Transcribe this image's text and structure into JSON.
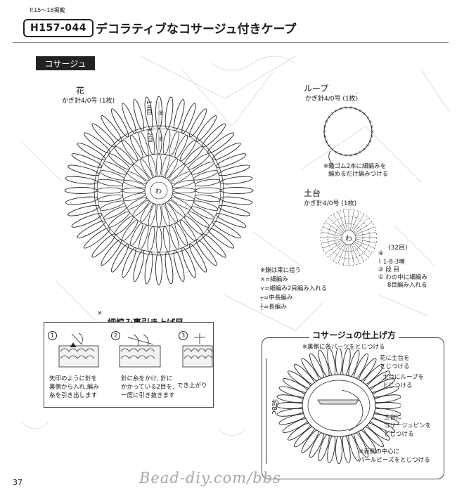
{
  "header": {
    "ref": "P.15～18掲載",
    "code": "H157-044",
    "title": "デコラティブなコサージュ付きケープ"
  },
  "section_label": "コサージュ",
  "flower": {
    "title": "花",
    "hook": "かぎ針4/0号 (1枚)",
    "labels": {
      "r14": "14目",
      "r8": "⑧",
      "r12": "12目",
      "r6": "⑥"
    }
  },
  "loop": {
    "title": "ループ",
    "hook": "かぎ針4/0号 (1枚)",
    "note1": "※輪ゴム2本に細編みを",
    "note2": "編めるだけ編みつける"
  },
  "base": {
    "title": "土台",
    "hook": "かぎ針4/0号 (1枚)",
    "center": "わ",
    "count": "(32目)",
    "rows": [
      {
        "num": "④",
        "text": ""
      },
      {
        "num": "⌇",
        "text": "1-8-3増"
      },
      {
        "num": "②",
        "text": "段 目"
      },
      {
        "num": "①",
        "text": "わの中に細編み"
      },
      {
        "num": "",
        "text": "8目編み入れる"
      }
    ]
  },
  "legend": [
    "※鎖は束に拾う",
    "×=細編み",
    "⋎=細編み2目編み入れる",
    "┬=中長編み",
    "┼=長編み"
  ],
  "stitch": {
    "title": "細編み裏引き上げ目",
    "steps": [
      {
        "num": "1",
        "caption1": "矢印のように針を",
        "caption2": "裏側から入れ,編み",
        "caption3": "糸を引き出します"
      },
      {
        "num": "2",
        "caption1": "針に糸をかけ, 針に",
        "caption2": "かかっている2目を,",
        "caption3": "一度に引き抜きます"
      },
      {
        "num": "3",
        "caption1": "でき上がり",
        "caption2": "",
        "caption3": ""
      }
    ]
  },
  "finish": {
    "title": "コサージュの仕上げ方",
    "note": "※裏側に各パーツをとじつける",
    "size": "約8c",
    "callouts": [
      "花に土台を\nとじつける",
      "土台にループを\nとじつける",
      "土台に\nコサージュピンを\nとじつける",
      "※表側の中心に\nパールビーズをとじつける"
    ]
  },
  "footer": {
    "page_number": "37",
    "watermark": "Bead-diy.com/bbs"
  }
}
